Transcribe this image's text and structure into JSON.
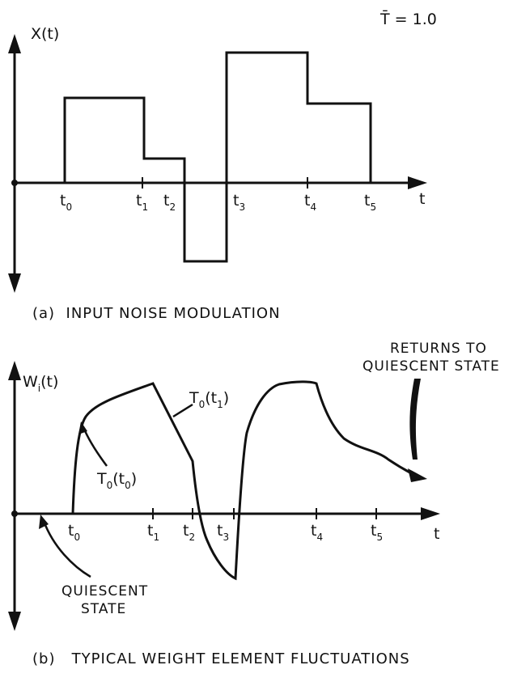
{
  "panel_a": {
    "y_label": "X(t)",
    "x_label": "t",
    "period_note": "T̄ = 1.0",
    "time_labels": [
      {
        "base": "t",
        "sub": "0"
      },
      {
        "base": "t",
        "sub": "1"
      },
      {
        "base": "t",
        "sub": "2"
      },
      {
        "base": "t",
        "sub": "3"
      },
      {
        "base": "t",
        "sub": "4"
      },
      {
        "base": "t",
        "sub": "5"
      }
    ],
    "caption": "(a)  INPUT NOISE MODULATION"
  },
  "panel_b": {
    "y_label": "W",
    "y_label_sub": "i",
    "y_label_tail": "(t)",
    "x_label": "t",
    "time_labels": [
      {
        "base": "t",
        "sub": "0"
      },
      {
        "base": "t",
        "sub": "1"
      },
      {
        "base": "t",
        "sub": "2"
      },
      {
        "base": "t",
        "sub": "3"
      },
      {
        "base": "t",
        "sub": "4"
      },
      {
        "base": "t",
        "sub": "5"
      }
    ],
    "annotations": {
      "t0_curve": {
        "base": "T",
        "sub": "0",
        "arg": "t",
        "arg_sub": "0"
      },
      "t1_curve": {
        "base": "T",
        "sub": "0",
        "arg": "t",
        "arg_sub": "1"
      },
      "returns_line1": "RETURNS TO",
      "returns_line2": "QUIESCENT STATE",
      "quiescent_line1": "QUIESCENT",
      "quiescent_line2": "STATE"
    },
    "caption": "(b)   TYPICAL WEIGHT ELEMENT FLUCTUATIONS"
  },
  "colors": {
    "ink": "#111111",
    "paper": "#ffffff"
  }
}
